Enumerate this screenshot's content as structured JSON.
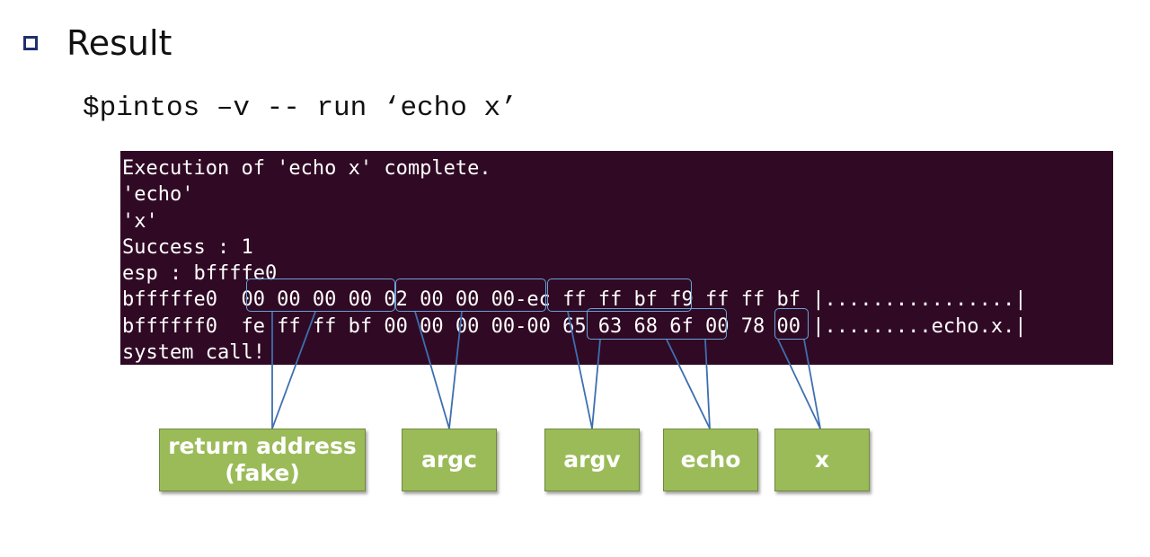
{
  "slide": {
    "title": "Result",
    "command": "$pintos –v -- run ‘echo x’"
  },
  "terminal": {
    "lines": [
      "Execution of 'echo x' complete.",
      "'echo'",
      "'x'",
      "Success : 1",
      "esp : bffffe0",
      "bfffffe0  00 00 00 00 02 00 00 00-ec ff ff bf f9 ff ff bf |................|",
      "bffffff0  fe ff ff bf 00 00 00 00-00 65 63 68 6f 00 78 00 |.........echo.x.|",
      "system call!"
    ]
  },
  "annotations": {
    "return_address": "return address\n(fake)",
    "argc": "argc",
    "argv": "argv",
    "echo": "echo",
    "x": "x"
  },
  "colors": {
    "terminal_bg": "#300a24",
    "label_bg": "#9bbb59",
    "highlight": "#6aa2d8",
    "connector": "#3d6fb0",
    "bullet": "#1f2f6e"
  }
}
